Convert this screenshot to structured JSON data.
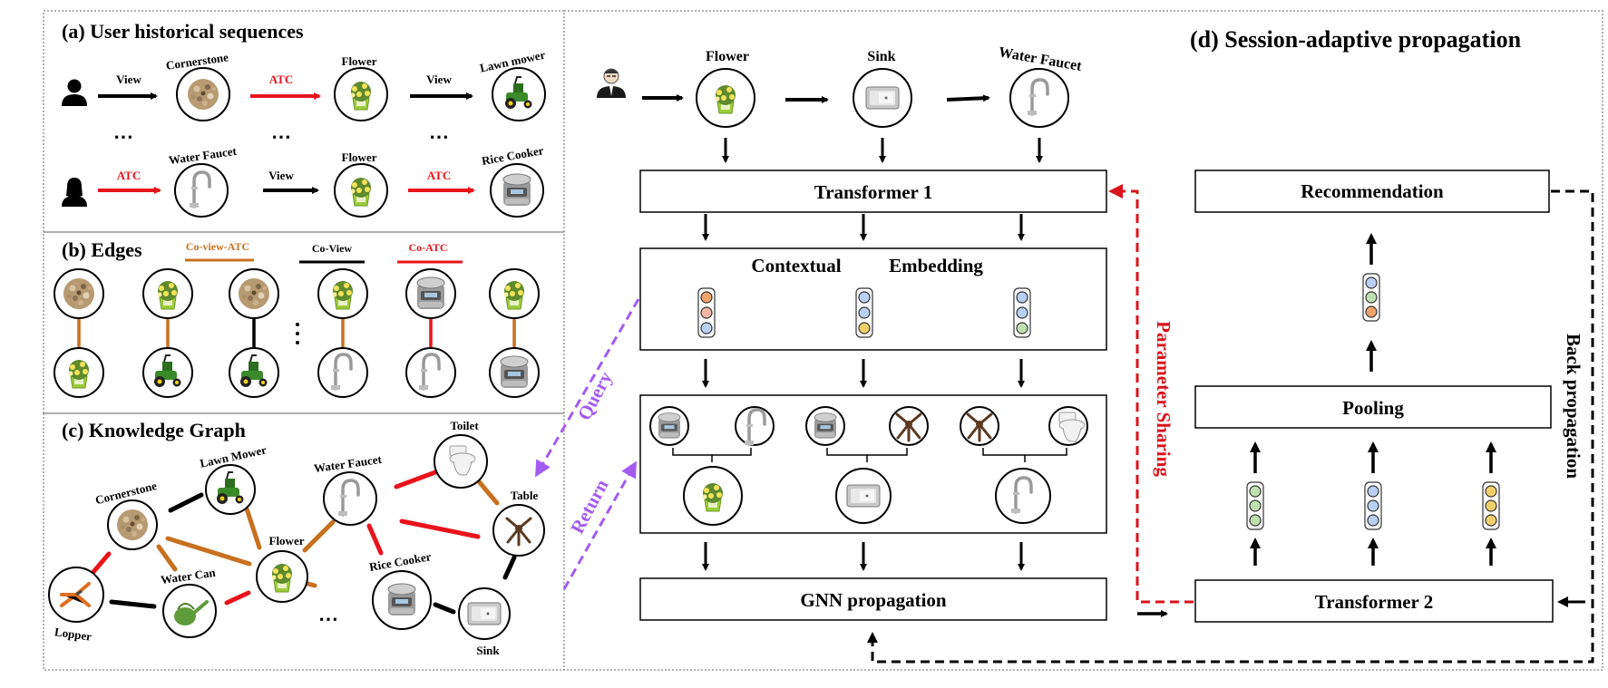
{
  "panels": {
    "a": {
      "title": "(a) User historical sequences"
    },
    "b": {
      "title": "(b) Edges"
    },
    "c": {
      "title": "(c) Knowledge Graph"
    },
    "d": {
      "title": "(d) Session-adaptive propagation"
    }
  },
  "sequences": {
    "row1": {
      "edge1": "View",
      "item1": "Cornerstone",
      "edge2": "ATC",
      "item2": "Flower",
      "edge3": "View",
      "item3": "Lawn mower"
    },
    "row2": {
      "edge1": "ATC",
      "item1": "Water Faucet",
      "edge2": "View",
      "item2": "Flower",
      "edge3": "ATC",
      "item3": "Rice Cooker"
    },
    "ellipsis": "⋯"
  },
  "edges_legend": {
    "co_view_atc": "Co-view-ATC",
    "co_view": "Co-View",
    "co_atc": "Co-ATC"
  },
  "knowledge_graph": {
    "nodes": {
      "cornerstone": "Cornerstone",
      "lawn_mower": "Lawn Mower",
      "water_faucet": "Water Faucet",
      "toilet": "Toilet",
      "table": "Table",
      "flower": "Flower",
      "water_can": "Water Can",
      "rice_cooker": "Rice Cooker",
      "lopper": "Lopper",
      "sink": "Sink"
    },
    "ellipsis": "⋯"
  },
  "arrows": {
    "query": "Query",
    "return": "Return",
    "parameter_sharing": "Parameter Sharing",
    "back_propagation": "Back propagation"
  },
  "pipeline": {
    "items": {
      "flower": "Flower",
      "sink": "Sink",
      "water_faucet": "Water Faucet"
    },
    "transformer1": "Transformer 1",
    "contextual": "Contextual",
    "embedding": "Embedding",
    "gnn": "GNN propagation",
    "recommendation": "Recommendation",
    "pooling": "Pooling",
    "transformer2": "Transformer 2"
  },
  "colors": {
    "atc": "#e8141c",
    "co_view_atc": "#c8701f",
    "query": "#a35cf0",
    "parameter_sharing": "#d9141c",
    "embed_orange": "#f2a26b",
    "embed_blue": "#b9cff3",
    "embed_yellow": "#f3cf6c",
    "embed_green": "#bfe0b0"
  }
}
